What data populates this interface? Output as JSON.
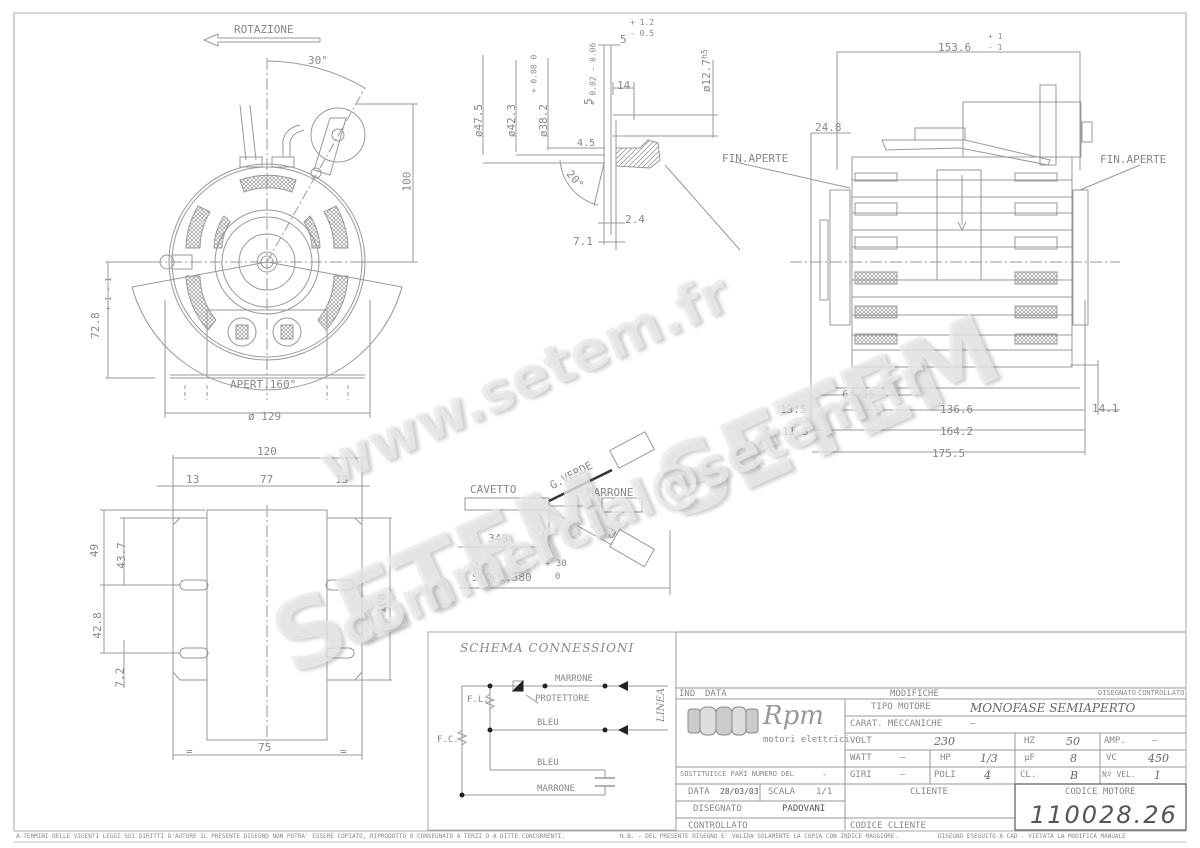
{
  "front_view": {
    "rotation_label": "ROTAZIONE",
    "angle_30": "30°",
    "dim_100": "100",
    "dim_72_8": "72.8",
    "dim_72_8_tol": "+ 1  - 1",
    "aperture": "APERT.160°",
    "diameter": "ø 129"
  },
  "shaft_detail": {
    "dim_5_top": "5",
    "dim_5_top_tol_plus": "+ 1.2",
    "dim_5_top_tol_minus": "- 0.5",
    "dim_14": "14",
    "dim_12_7": "ø12.7",
    "dim_12_7_fit": "h5",
    "dim_47_5": "ø47.5",
    "dim_42_3": "ø42.3",
    "dim_38_2": "ø38.2",
    "dim_38_2_tol": "+ 0.08  0",
    "dim_5_mid": "5",
    "dim_5_mid_tol": "+ 0.02  - 0.06",
    "dim_4_5": "4.5",
    "angle_20": "20°",
    "dim_2_4": "2.4",
    "dim_7_1": "7.1"
  },
  "side_view": {
    "dim_153_6": "153.6",
    "dim_153_6_tol_plus": "+ 1",
    "dim_153_6_tol_minus": "- 1",
    "dim_24_8": "24.8",
    "fin_left": "FIN.APERTE",
    "fin_right": "FIN.APERTE",
    "dim_64_15": "64.15",
    "dim_13_5": "13.5",
    "dim_136_6": "136.6",
    "dim_14_1": "14.1",
    "dim_11_3": "11.3",
    "dim_164_2": "164.2",
    "dim_175_5": "175.5",
    "tol_plus": "+ 1",
    "tol_minus": "- 1"
  },
  "bottom_view": {
    "dim_120": "120",
    "dim_13_left": "13",
    "dim_77": "77",
    "dim_13_right": "13",
    "eq": "=",
    "dim_49": "49",
    "dim_43_7": "43.7",
    "dim_42_8": "42.8",
    "dim_7_2": "7.2",
    "dim_100": "100",
    "dim_75": "75"
  },
  "cable": {
    "cavetto": "CAVETTO",
    "g_verde": "G.VERDE",
    "marrone": "MARRONE",
    "bleu": "BLEU",
    "dim_340": "340",
    "sporg": "SPORG.380",
    "sporg_tol_plus": "+ 30",
    "sporg_tol_minus": "0"
  },
  "schema": {
    "title": "SCHEMA CONNESSIONI",
    "marrone_top": "MARRONE",
    "protettore": "PROTETTORE",
    "fl": "F.L.",
    "fc": "F.C.",
    "bleu_mid": "BLEU",
    "bleu_low": "BLEU",
    "marrone_low": "MARRONE",
    "linea": "LINEA"
  },
  "title_block": {
    "ind": "IND",
    "data_hdr": "DATA",
    "modifiche": "MODIFICHE",
    "disegnato_hdr": "DISEGNATO",
    "controllato_hdr": "CONTROLLATO",
    "brand": "Rpm",
    "brand_sub": "motori elettrici",
    "tipo_motore_label": "TIPO MOTORE",
    "tipo_motore_value": "MONOFASE SEMIAPERTO",
    "carat_label": "CARAT. MECCANICHE",
    "carat_value": "—",
    "volt_label": "VOLT",
    "volt_value": "230",
    "hz_label": "HZ",
    "hz_value": "50",
    "amp_label": "AMP.",
    "amp_value": "—",
    "watt_label": "WATT",
    "watt_value": "—",
    "hp_label": "HP",
    "hp_value": "1/3",
    "uf_label": "µF",
    "uf_value": "8",
    "vc_label": "VC",
    "vc_value": "450",
    "giri_label": "GIRI",
    "giri_value": "—",
    "poli_label": "POLI",
    "poli_value": "4",
    "cl_label": "CL.",
    "cl_value": "B",
    "nvel_label": "Nº VEL.",
    "nvel_value": "1",
    "sostituisce_label": "SOSTITUISCE PARI NUMERO DEL",
    "sostituisce_value": "-",
    "data_label": "DATA",
    "data_value": "28/03/03",
    "scala_label": "SCALA",
    "scala_value": "1/1",
    "disegnato_label": "DISEGNATO",
    "disegnato_value": "PADOVANI",
    "controllato_label": "CONTROLLATO",
    "cliente_label": "CLIENTE",
    "codice_cliente_label": "CODICE CLIENTE",
    "codice_motore_label": "CODICE MOTORE",
    "codice_motore_value": "110028.26"
  },
  "footer": {
    "left": "A TERMINI DELLE VIGENTI LEGGI SUI DIRITTI D'AUTORE IL PRESENTE DISEGNO NON POTRA' ESSERE COPIATO, RIPRODOTTO O CONSEGNATO A TERZI O A DITTE CONCORRENTI.",
    "mid": "N.B. - DEL PRESENTE DISEGNO E' VALIDA SOLAMENTE LA COPIA CON INDICE MAGGIORE.",
    "right": "DISEGNO ESEGUITO A CAD - VIETATA LA MODIFICA MANUALE"
  },
  "watermark": {
    "url": "www.setem.fr",
    "brand1": "SETEM",
    "brand2": "SETEM",
    "email": "commercial@setem.fr"
  }
}
